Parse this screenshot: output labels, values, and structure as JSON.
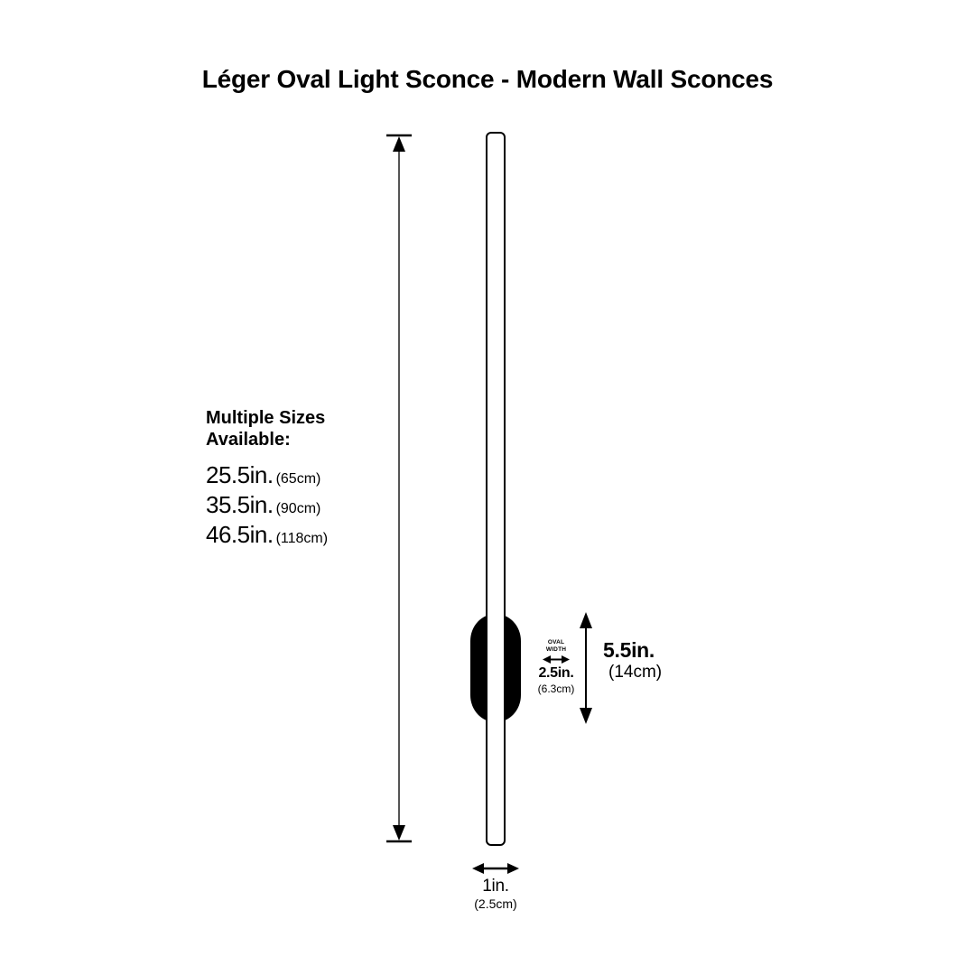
{
  "title": "Léger Oval Light Sconce - Modern Wall Sconces",
  "sizes": {
    "heading_line1": "Multiple Sizes",
    "heading_line2": "Available:",
    "options": [
      {
        "inches": "25.5in.",
        "cm": "(65cm)"
      },
      {
        "inches": "35.5in.",
        "cm": "(90cm)"
      },
      {
        "inches": "46.5in.",
        "cm": "(118cm)"
      }
    ]
  },
  "dimensions": {
    "overall_height": {
      "name": "overall-height",
      "label": ""
    },
    "oval_height": {
      "inches": "5.5in.",
      "cm": "(14cm)"
    },
    "oval_width": {
      "caption_line1": "OVAL",
      "caption_line2": "WIDTH",
      "inches": "2.5in.",
      "cm": "(6.3cm)"
    },
    "bar_width": {
      "inches": "1in.",
      "cm": "(2.5cm)"
    }
  },
  "colors": {
    "background": "#ffffff",
    "ink": "#000000",
    "dimension_line": "#555555"
  }
}
